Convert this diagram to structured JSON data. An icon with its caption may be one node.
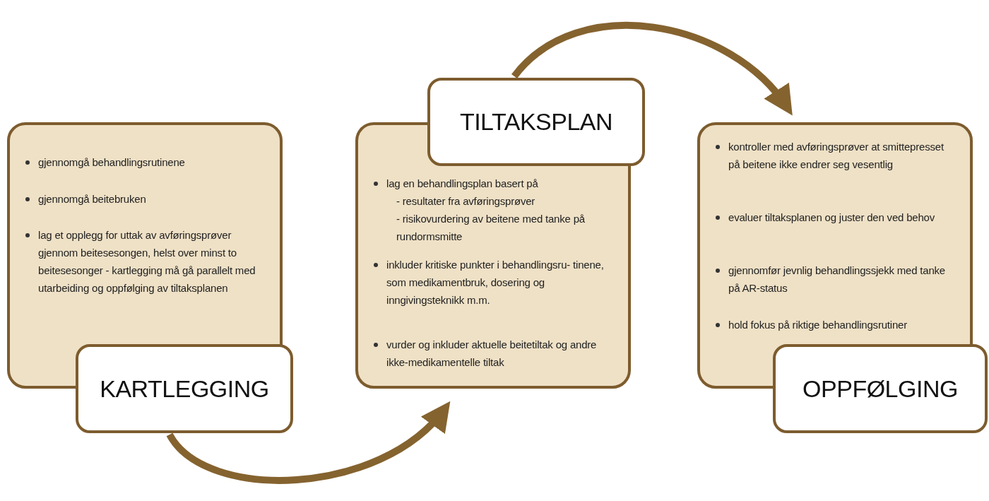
{
  "diagram": {
    "nodes": [
      {
        "text": [
          "gjennomgå behandlingsrutinene",
          "gjennomgå beitebruken",
          "lag et opplegg for uttak av avføringsprøver gjennom beitesesongen, helst over minst to beitesesonger - kartlegging må gå parallelt med utarbeiding og oppfølging av tiltaksplanen"
        ]
      },
      {
        "text": [
          "KARTLEGGING"
        ]
      },
      {
        "text": [
          "lag en behandlingsplan basert på",
          "- resultater fra avføringsprøver",
          "- risikovurdering av beitene med tanke på rundormsmitte",
          "inkluder kritiske punkter i behandlingsru- tinene, som medikamentbruk, dosering og inngivingsteknikk m.m.",
          "vurder og inkluder aktuelle beitetiltak og andre ikke-medikamentelle tiltak"
        ]
      },
      {
        "text": [
          "TILTAKSPLAN"
        ]
      },
      {
        "text": [
          "kontroller med avføringsprøver at smittepresset på beitene ikke endrer seg vesentlig",
          "evaluer tiltaksplanen og juster den ved behov",
          "gjennomfør jevnlig behandlingssjekk med tanke på AR-status",
          "hold fokus på riktige behandlingsrutiner"
        ]
      },
      {
        "text": [
          "OPPFØLGING"
        ]
      }
    ],
    "edges": [
      {
        "from": 1,
        "to": 2,
        "arrow": "to"
      },
      {
        "from": 3,
        "to": 4,
        "arrow": "to"
      }
    ]
  }
}
